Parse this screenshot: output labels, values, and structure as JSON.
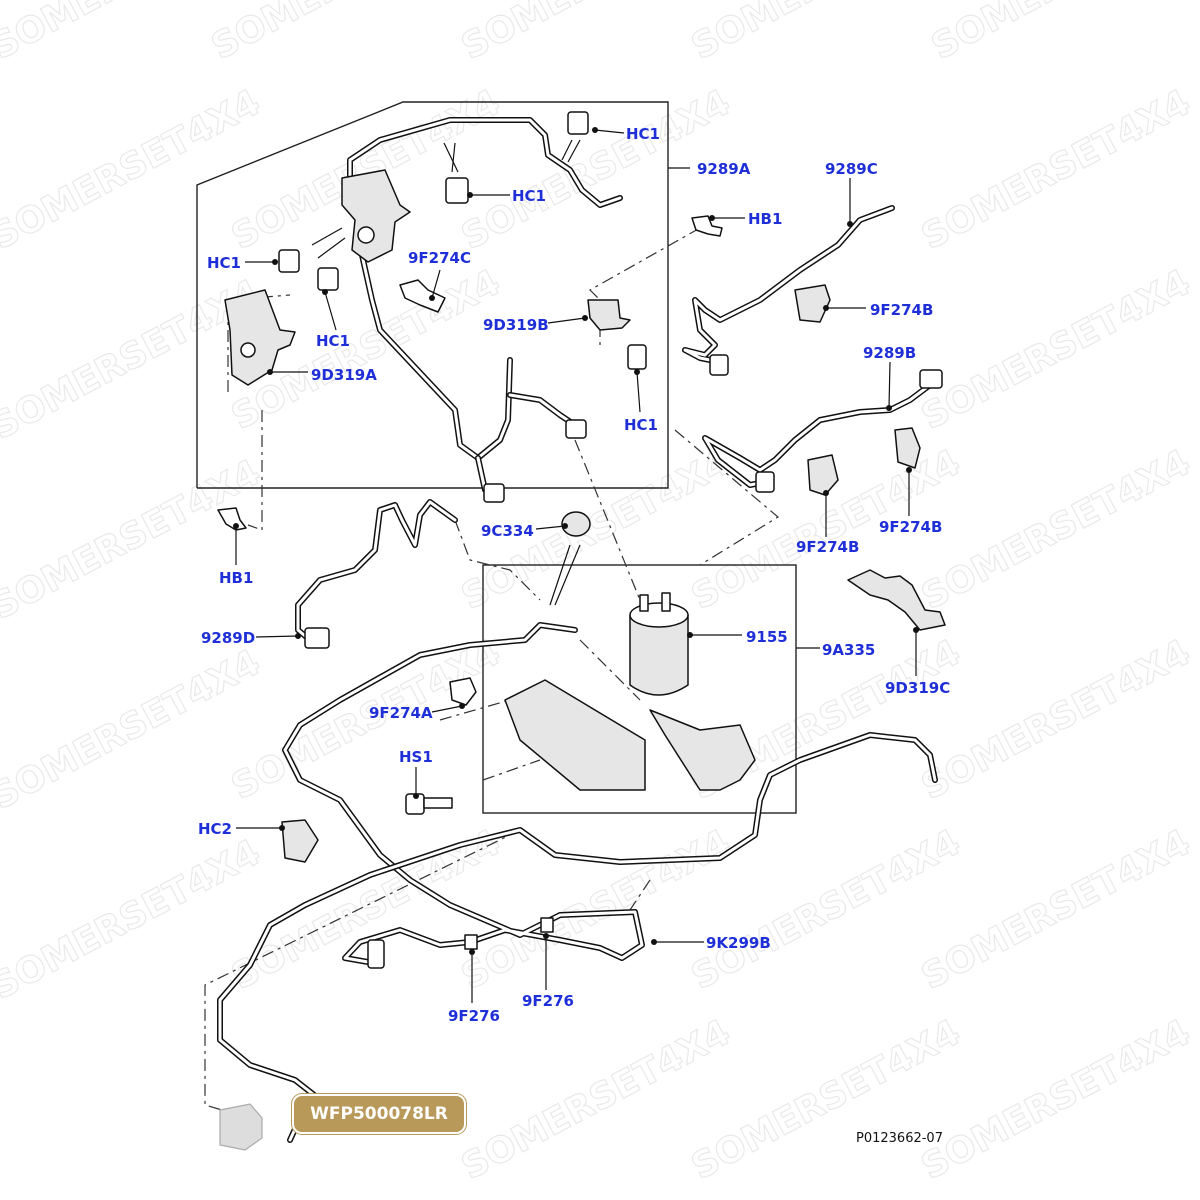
{
  "watermark": "SOMERSET4X4",
  "reference": "P0123662-07",
  "badge": "WFP500078LR",
  "labels": {
    "hc1_a": "HC1",
    "hc1_b": "HC1",
    "hc1_c": "HC1",
    "hc1_d": "HC1",
    "hc1_e": "HC1",
    "p9289a": "9289A",
    "p9289b": "9289B",
    "p9289c": "9289C",
    "p9289d": "9289D",
    "hb1_a": "HB1",
    "hb1_b": "HB1",
    "p9f274c": "9F274C",
    "p9d319b": "9D319B",
    "p9d319a": "9D319A",
    "p9d319c": "9D319C",
    "p9f274b_a": "9F274B",
    "p9f274b_b": "9F274B",
    "p9f274b_c": "9F274B",
    "p9c334": "9C334",
    "p9155": "9155",
    "p9a335": "9A335",
    "p9f274a": "9F274A",
    "hs1": "HS1",
    "hc2": "HC2",
    "p9k299b": "9K299B",
    "p9f276_a": "9F276",
    "p9f276_b": "9F276"
  }
}
